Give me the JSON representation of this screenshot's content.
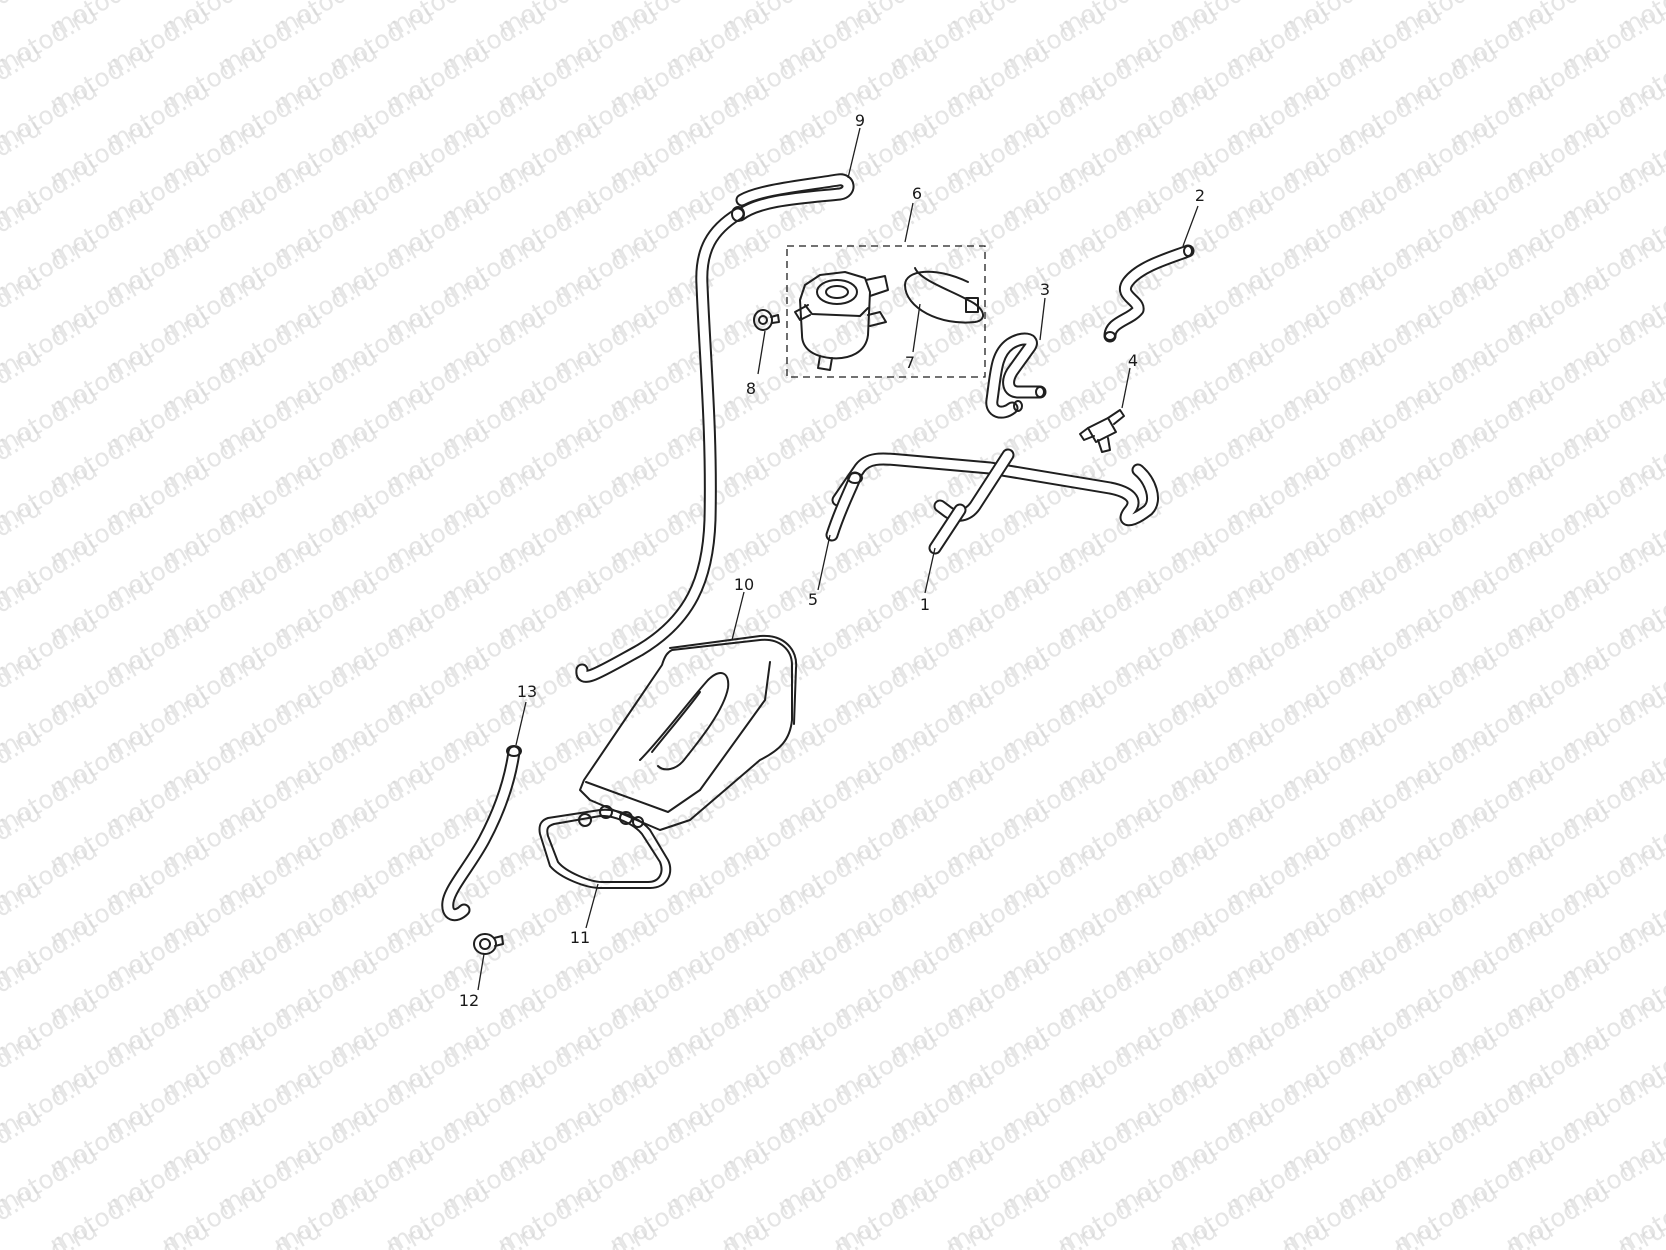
{
  "watermark": {
    "text": "motod.ru",
    "color": "#cfcfcf"
  },
  "callouts": [
    {
      "id": "1",
      "label": "1"
    },
    {
      "id": "2",
      "label": "2"
    },
    {
      "id": "3",
      "label": "3"
    },
    {
      "id": "4",
      "label": "4"
    },
    {
      "id": "5",
      "label": "5"
    },
    {
      "id": "6",
      "label": "6"
    },
    {
      "id": "7",
      "label": "7"
    },
    {
      "id": "8",
      "label": "8"
    },
    {
      "id": "9",
      "label": "9"
    },
    {
      "id": "10",
      "label": "10"
    },
    {
      "id": "11",
      "label": "11"
    },
    {
      "id": "12",
      "label": "12"
    },
    {
      "id": "13",
      "label": "13"
    }
  ],
  "colors": {
    "line": "#1f1f1f",
    "background": "#ffffff"
  }
}
